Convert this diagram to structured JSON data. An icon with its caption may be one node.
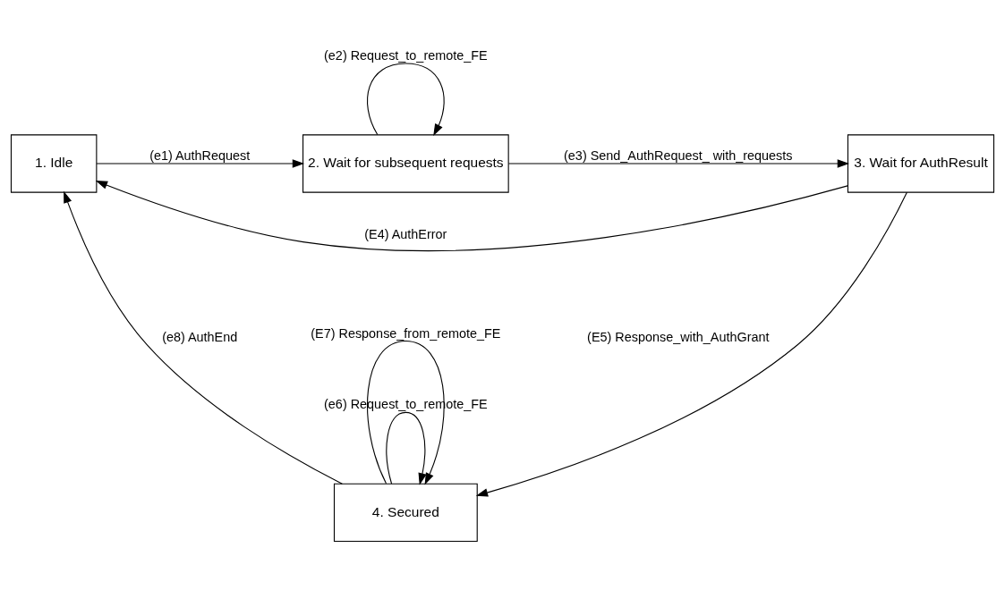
{
  "diagram": {
    "nodes": [
      {
        "text": [
          "1. Idle"
        ]
      },
      {
        "text": [
          "2. Wait for subsequent requests"
        ]
      },
      {
        "text": [
          "3. Wait for AuthResult"
        ]
      },
      {
        "text": [
          "4. Secured"
        ]
      }
    ],
    "edges": [
      {
        "from": 0,
        "to": 1,
        "arrow": "to",
        "label": "(e1) AuthRequest"
      },
      {
        "from": 1,
        "to": 1,
        "arrow": "to",
        "label": "(e2) Request_to_remote_FE"
      },
      {
        "from": 1,
        "to": 2,
        "arrow": "to",
        "label": "(e3) Send_AuthRequest_ with_requests"
      },
      {
        "from": 2,
        "to": 0,
        "arrow": "to",
        "label": "(E4) AuthError"
      },
      {
        "from": 2,
        "to": 3,
        "arrow": "to",
        "label": "(E5) Response_with_AuthGrant"
      },
      {
        "from": 3,
        "to": 3,
        "arrow": "to",
        "label": "(e6) Request_to_remote_FE"
      },
      {
        "from": 3,
        "to": 3,
        "arrow": "to",
        "label": "(E7) Response_from_remote_FE"
      },
      {
        "from": 3,
        "to": 0,
        "arrow": "to",
        "label": "(e8) AuthEnd"
      }
    ]
  }
}
